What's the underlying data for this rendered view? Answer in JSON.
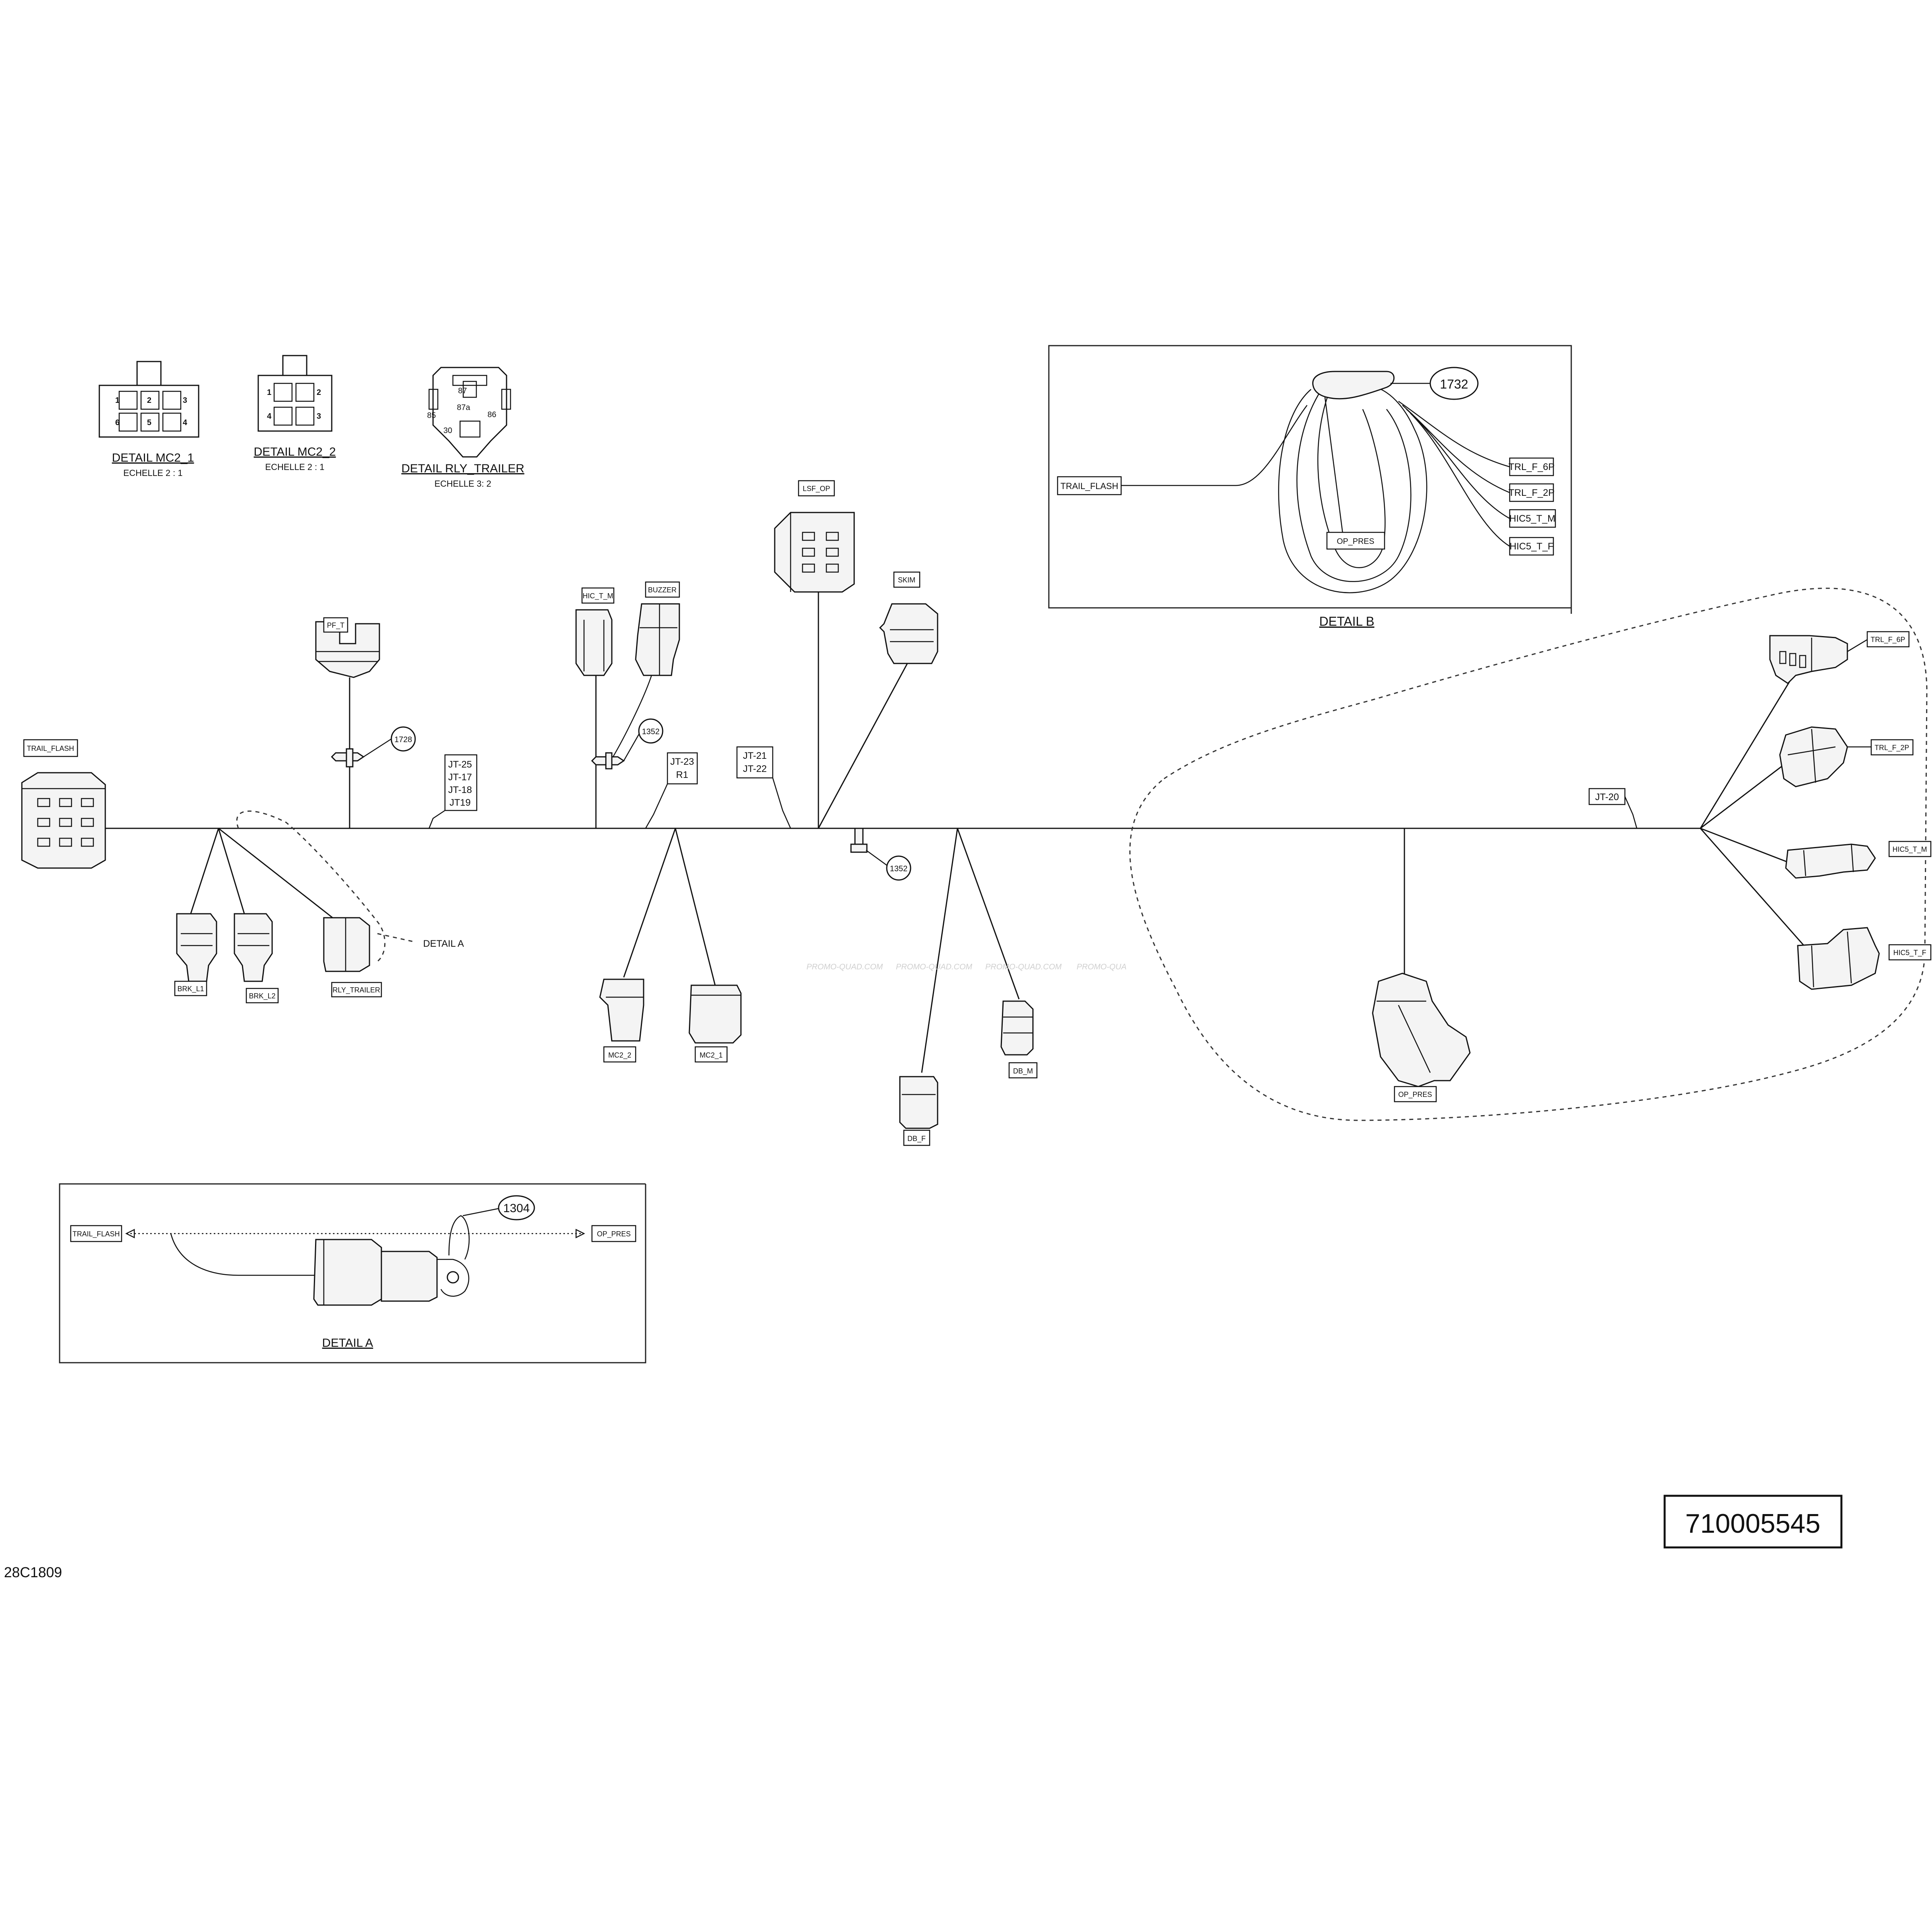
{
  "detail_pinouts": {
    "mc2_1": {
      "title": "DETAIL MC2_1",
      "scale": "ECHELLE 2 : 1",
      "pins": [
        "1",
        "2",
        "3",
        "6",
        "5",
        "4"
      ]
    },
    "mc2_2": {
      "title": "DETAIL MC2_2",
      "scale": "ECHELLE 2 : 1",
      "pins": [
        "1",
        "2",
        "4",
        "3"
      ]
    },
    "rly_trailer": {
      "title": "DETAIL RLY_TRAILER",
      "scale": "ECHELLE 3: 2",
      "pins": [
        "87",
        "87a",
        "86",
        "85",
        "30"
      ]
    }
  },
  "detail_b": {
    "title": "DETAIL B",
    "callout": "1732",
    "left_tag": "TRAIL_FLASH",
    "inner_tag": "OP_PRES",
    "right_tags": [
      "TRL_F_6P",
      "TRL_F_2P",
      "HIC5_T_M",
      "HIC5_T_F"
    ]
  },
  "detail_a": {
    "title": "DETAIL A",
    "callout": "1304",
    "left_tag": "TRAIL_FLASH",
    "right_tag": "OP_PRES"
  },
  "connectors": {
    "trail_flash": "TRAIL_FLASH",
    "pf_t": "PF_T",
    "hic_t_m": "HIC_T_M",
    "buzzer": "BUZZER",
    "lsf_op": "LSF_OP",
    "skim": "SKIM",
    "brk_l1": "BRK_L1",
    "brk_l2": "BRK_L2",
    "rly_trailer": "RLY_TRAILER",
    "mc2_2": "MC2_2",
    "mc2_1": "MC2_1",
    "db_f": "DB_F",
    "db_m": "DB_M",
    "op_pres": "OP_PRES",
    "trl_f_6p": "TRL_F_6P",
    "trl_f_2p": "TRL_F_2P",
    "hic5_t_m": "HIC5_T_M",
    "hic5_t_f": "HIC5_T_F"
  },
  "callouts": {
    "c1728": "1728",
    "c1352_top": "1352",
    "c1352_mid": "1352"
  },
  "junctions": {
    "jt_25_19": [
      "JT-25",
      "JT-17",
      "JT-18",
      "JT19"
    ],
    "jt_23": [
      "JT-23",
      "R1"
    ],
    "jt_21_22": [
      "JT-21",
      "JT-22"
    ],
    "jt_20": [
      "JT-20"
    ]
  },
  "detail_a_pointer": "DETAIL A",
  "watermark": [
    "PROMO-QUAD.COM",
    "PROMO-QUAD.COM",
    "PROMO-QUAD.COM",
    "PROMO-QUA"
  ],
  "part_number": "710005545",
  "drawing_code": "28C1809"
}
